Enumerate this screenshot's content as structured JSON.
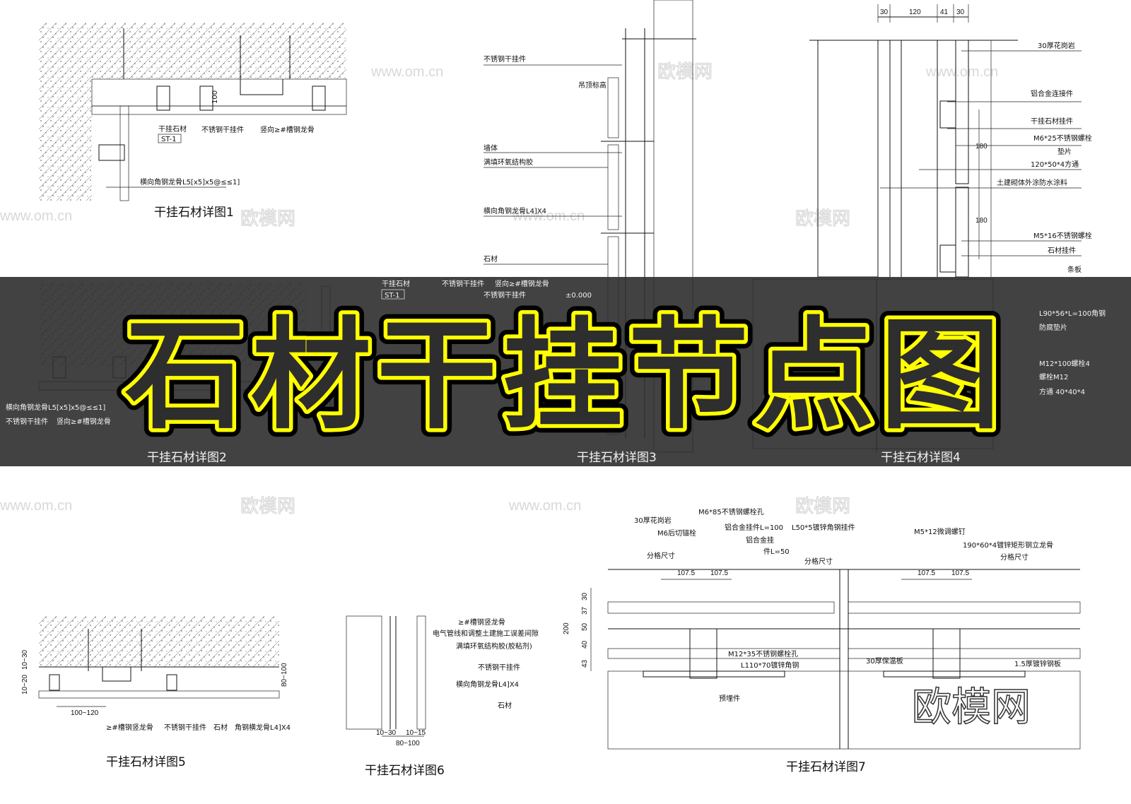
{
  "drawings": [
    {
      "title": "干挂石材详图1",
      "labels": [
        "干挂石材",
        "ST-1",
        "不锈钢干挂件",
        "竖向≥#槽钢龙骨",
        "横向角钢龙骨L5[x5]x5@≤≤1]",
        "100"
      ]
    },
    {
      "title": "干挂石材详图2",
      "labels": [
        "干挂石材",
        "ST-1",
        "不锈钢干挂件",
        "竖向≥#槽钢龙骨",
        "横向角钢龙骨L5[x5]x5@≤≤1]",
        "不锈钢干挂件",
        "竖向≥#槽钢龙骨"
      ]
    },
    {
      "title": "干挂石材详图3",
      "labels": [
        "不锈钢干挂件",
        "吊顶标高",
        "墙体",
        "满填环氧结构胶",
        "横向角钢龙骨L4]X4",
        "石材",
        "不锈钢干挂件",
        "±0.000"
      ]
    },
    {
      "title": "干挂石材详图4",
      "dims": [
        "30",
        "120",
        "41",
        "30",
        "180",
        "180"
      ],
      "labels": [
        "30厚花岗岩",
        "铝合金连接件",
        "干挂石材挂件",
        "M6*25不锈钢螺栓",
        "垫片",
        "120*50*4方通",
        "土建砌体外涂防水涂料",
        "M5*16不锈钢螺栓",
        "石材挂件",
        "条板",
        "L90*56*L=100角钢",
        "防腐垫片",
        "M12*100螺栓4",
        "螺栓M12",
        "方通 40*40*4"
      ]
    },
    {
      "title": "干挂石材详图5",
      "dims": [
        "10~30",
        "10~20",
        "100~120",
        "80~100"
      ],
      "labels": [
        "≥#槽钢竖龙骨",
        "不锈钢干挂件",
        "石材",
        "角钢横龙骨L4]X4"
      ]
    },
    {
      "title": "干挂石材详图6",
      "dims": [
        "10~30",
        "10~15",
        "80~100"
      ],
      "labels": [
        "≥#槽钢竖龙骨",
        "电气管线和调整土建施工误差间隙",
        "满填环氧结构胶(胶粘剂)",
        "不锈钢干挂件",
        "横向角钢龙骨L4]X4",
        "石材"
      ]
    },
    {
      "title": "干挂石材详图7",
      "dims": [
        "107.5",
        "107.5",
        "107.5",
        "107.5",
        "200",
        "30",
        "37",
        "50",
        "40",
        "43"
      ],
      "labels": [
        "30厚花岗岩",
        "M6后切锚栓",
        "M6*85不锈钢螺栓孔",
        "铝合金挂件L=100",
        "铝合金挂",
        "件L=50",
        "L50*5镀锌角钢挂件",
        "M5*12微调螺钉",
        "190*60*4镀锌矩形钢立龙骨",
        "分格尺寸",
        "分格尺寸",
        "分格尺寸",
        "M12*35不锈钢螺栓孔",
        "L110*70镀锌角钢",
        "30厚保温板",
        "1.5厚镀锌钢板",
        "预埋件"
      ]
    }
  ],
  "banner": {
    "text": "石材干挂节点图",
    "text_color": "#ffff00",
    "band_color": "#3c3c3c"
  },
  "watermarks": {
    "url": "www.om.cn",
    "brand": "欧模网"
  }
}
